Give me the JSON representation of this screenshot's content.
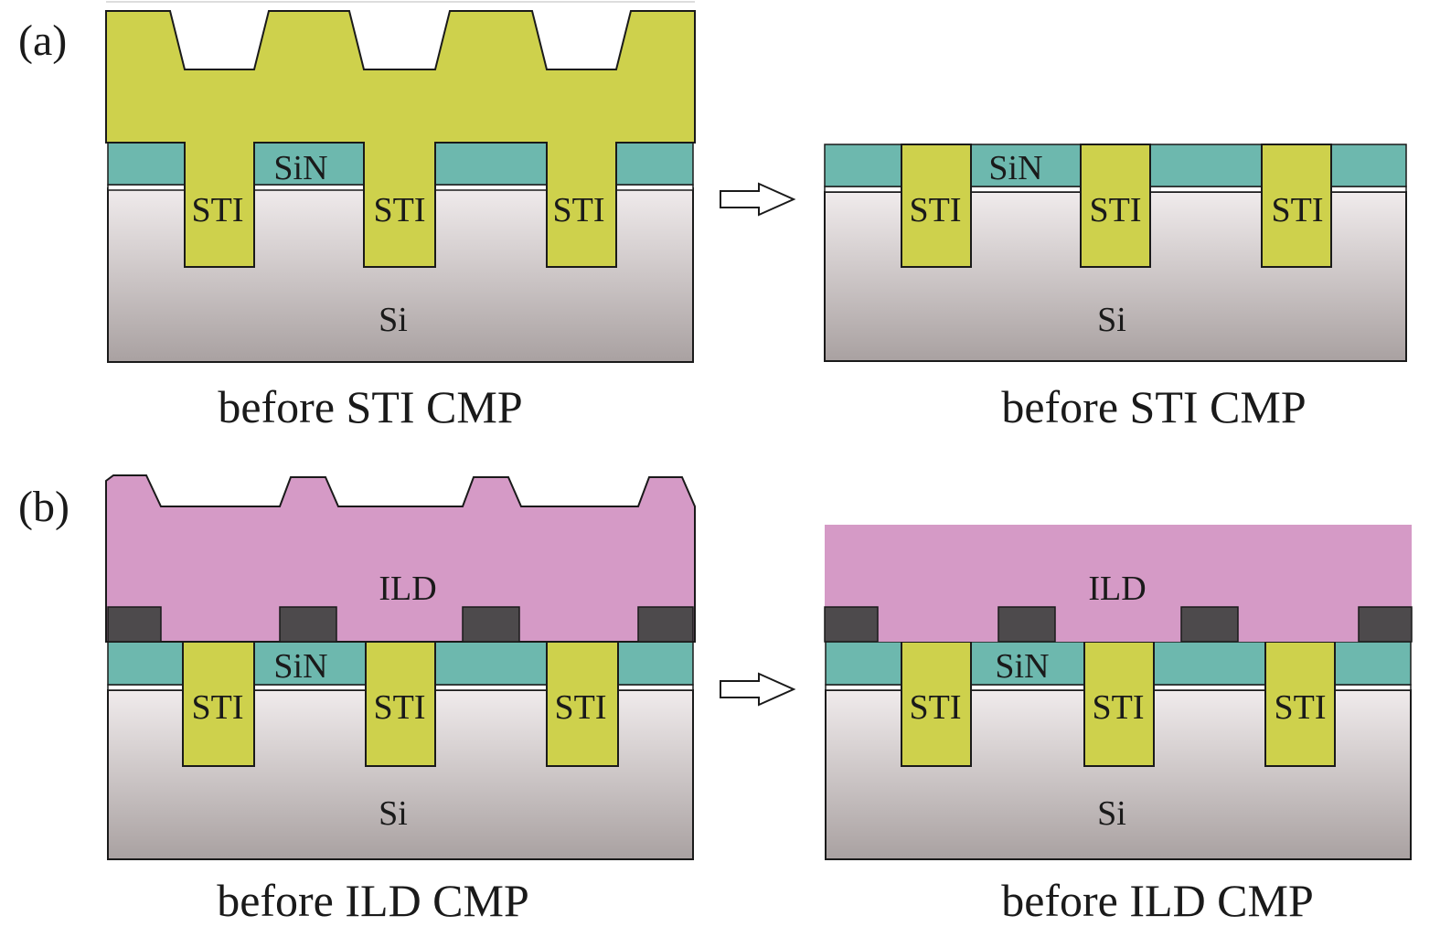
{
  "colors": {
    "oxide_fill": "#ced14c",
    "nitride_fill": "#6db8ae",
    "ild_fill": "#d59ac6",
    "metal_fill": "#4d4a4c",
    "si_top": "#f0ebec",
    "si_bottom": "#a9a1a1",
    "outline": "#1a1a1a"
  },
  "panels": [
    {
      "tag": "(a)",
      "left": {
        "labels": {
          "nitride": "SiN",
          "trenches": [
            "STI",
            "STI",
            "STI"
          ],
          "substrate": "Si"
        },
        "caption": "before STI CMP"
      },
      "right": {
        "labels": {
          "nitride": "SiN",
          "trenches": [
            "STI",
            "STI",
            "STI"
          ],
          "substrate": "Si"
        },
        "caption": "before STI CMP"
      }
    },
    {
      "tag": "(b)",
      "left": {
        "labels": {
          "dielectric": "ILD",
          "nitride": "SiN",
          "trenches": [
            "STI",
            "STI",
            "STI"
          ],
          "substrate": "Si"
        },
        "caption": "before ILD CMP"
      },
      "right": {
        "labels": {
          "dielectric": "ILD",
          "nitride": "SiN",
          "trenches": [
            "STI",
            "STI",
            "STI"
          ],
          "substrate": "Si"
        },
        "caption": "before ILD CMP"
      }
    }
  ]
}
